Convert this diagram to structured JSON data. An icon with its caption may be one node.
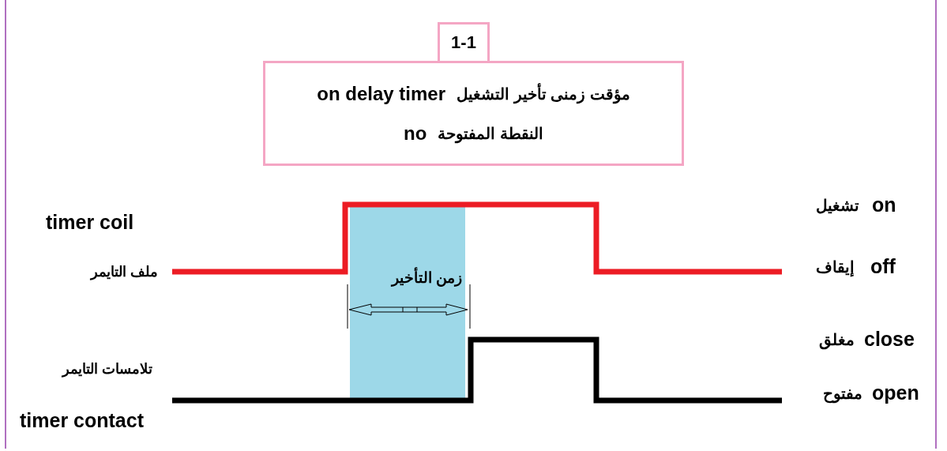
{
  "diagram": {
    "nodes": [
      {
        "text": [
          "1-1"
        ]
      },
      {
        "text": [
          "on delay timer",
          "مؤقت زمنى تأخير التشغيل",
          "no",
          "النقطة المفتوحة"
        ]
      }
    ],
    "labels": [
      "timer coil",
      "on",
      "تشغيل",
      "ملف التايمر",
      "off",
      "إيقاف",
      "زمن التأخير",
      "close",
      "مغلق",
      "تلامسات التايمر",
      "open",
      "مفتوح",
      "timer contact"
    ]
  }
}
